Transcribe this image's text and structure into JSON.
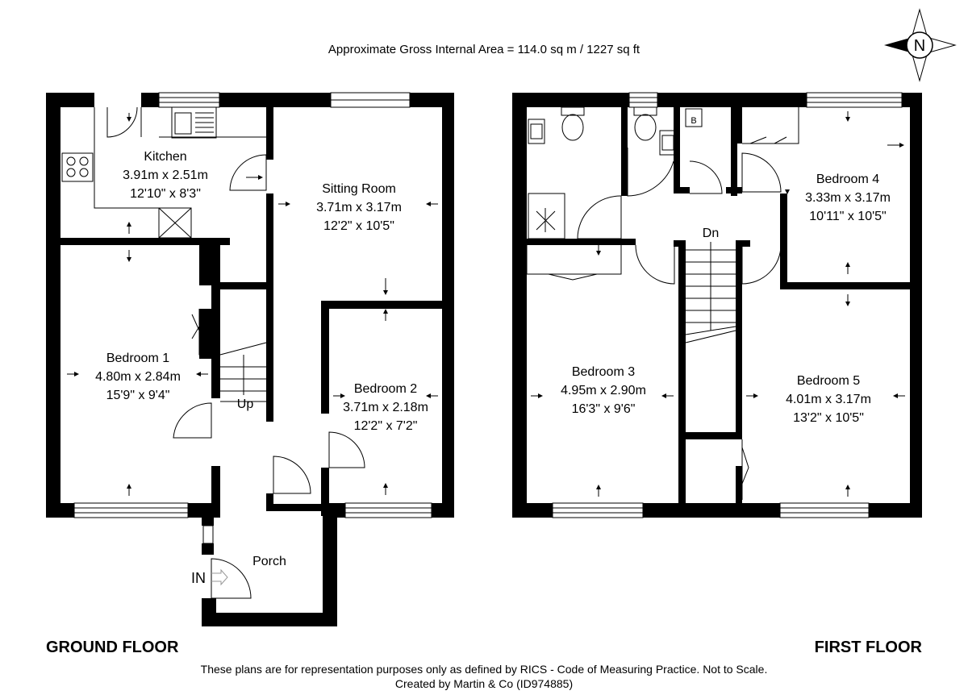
{
  "header": {
    "area": "Approximate Gross Internal Area = 114.0 sq m / 1227 sq ft"
  },
  "compass": {
    "letter": "N"
  },
  "ground_floor": {
    "title": "GROUND FLOOR",
    "rooms": {
      "kitchen": {
        "name": "Kitchen",
        "metric": "3.91m x 2.51m",
        "imperial": "12'10\" x 8'3\""
      },
      "sitting": {
        "name": "Sitting Room",
        "metric": "3.71m x 3.17m",
        "imperial": "12'2\" x 10'5\""
      },
      "bedroom1": {
        "name": "Bedroom 1",
        "metric": "4.80m x 2.84m",
        "imperial": "15'9\" x 9'4\""
      },
      "bedroom2": {
        "name": "Bedroom 2",
        "metric": "3.71m x 2.18m",
        "imperial": "12'2\" x 7'2\""
      },
      "porch": {
        "name": "Porch"
      }
    },
    "stairs_label": "Up",
    "entry_label": "IN"
  },
  "first_floor": {
    "title": "FIRST FLOOR",
    "rooms": {
      "bedroom3": {
        "name": "Bedroom 3",
        "metric": "4.95m x 2.90m",
        "imperial": "16'3\" x 9'6\""
      },
      "bedroom4": {
        "name": "Bedroom 4",
        "metric": "3.33m x 3.17m",
        "imperial": "10'11\" x 10'5\""
      },
      "bedroom5": {
        "name": "Bedroom 5",
        "metric": "4.01m x 3.17m",
        "imperial": "13'2\" x 10'5\""
      }
    },
    "stairs_label": "Dn",
    "boiler_label": "B"
  },
  "footer": {
    "line1": "These plans are for representation purposes only as defined by RICS - Code of Measuring Practice. Not to Scale.",
    "line2": "Created by Martin & Co (ID974885)"
  }
}
